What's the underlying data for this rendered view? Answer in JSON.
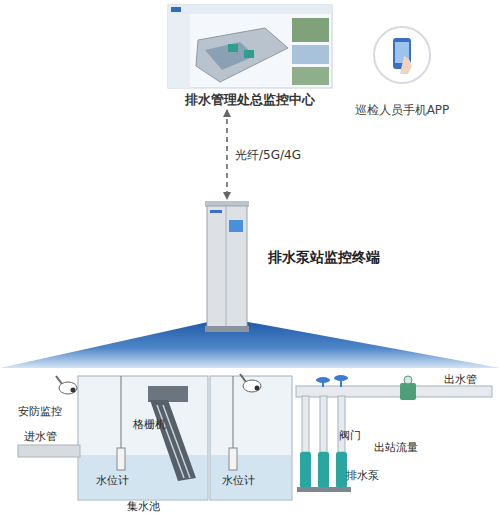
{
  "diagram": {
    "nodes": [
      {
        "text": [
          "排水管理处总监控中心"
        ]
      },
      {
        "text": [
          "巡检人员手机APP"
        ]
      },
      {
        "text": [
          "排水泵站监控终端"
        ]
      }
    ],
    "edges": [
      {
        "from": 0,
        "to": 2,
        "arrow": "both",
        "label": "光纤/5G/4G"
      }
    ],
    "labels": [
      "安防监控",
      "进水管",
      "格栅机",
      "水位计",
      "集水池",
      "水位计",
      "阀门",
      "出站流量",
      "出水管",
      "排水泵"
    ]
  }
}
